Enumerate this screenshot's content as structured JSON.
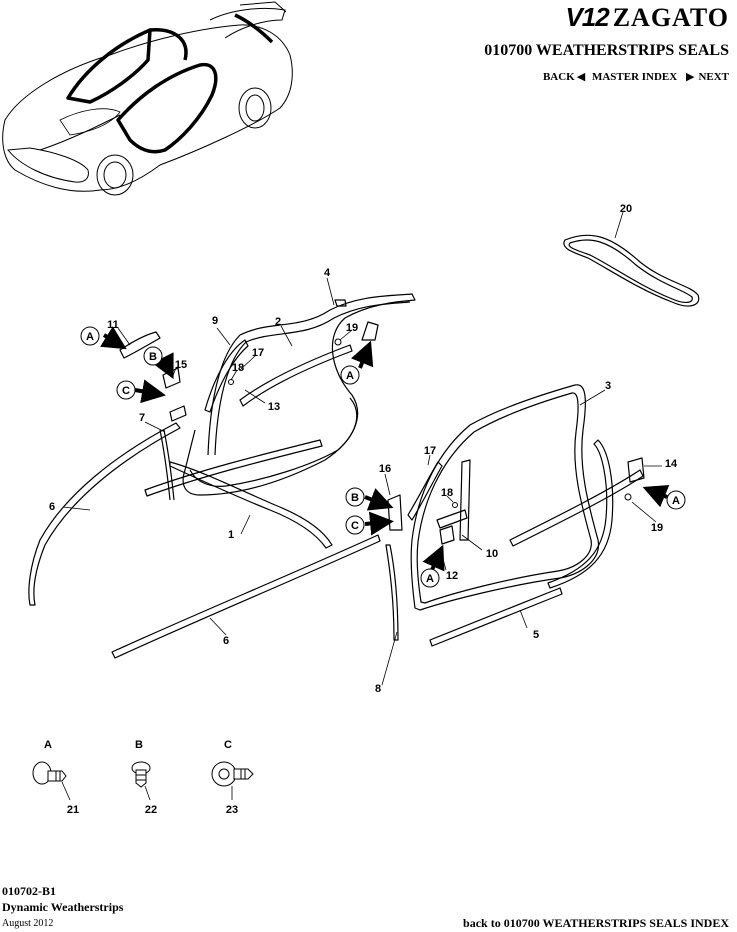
{
  "header": {
    "brand_mark": "V12",
    "brand_name": "ZAGATO",
    "section_title": "010700 WEATHERSTRIPS SEALS",
    "nav": {
      "back": "BACK",
      "master_index": "MASTER INDEX",
      "next": "NEXT"
    }
  },
  "diagram": {
    "callouts": [
      "1",
      "2",
      "3",
      "4",
      "5",
      "6",
      "6",
      "7",
      "8",
      "9",
      "10",
      "11",
      "12",
      "13",
      "14",
      "15",
      "16",
      "17",
      "17",
      "18",
      "18",
      "19",
      "19",
      "20",
      "21",
      "22",
      "23"
    ],
    "fastener_keys": [
      "A",
      "B",
      "C"
    ],
    "legend": [
      {
        "letter": "A",
        "part": "21"
      },
      {
        "letter": "B",
        "part": "22"
      },
      {
        "letter": "C",
        "part": "23"
      }
    ]
  },
  "footer": {
    "code": "010702-B1",
    "name": "Dynamic Weatherstrips",
    "date": "August 2012",
    "index_link": "back to 010700 WEATHERSTRIPS SEALS INDEX"
  }
}
